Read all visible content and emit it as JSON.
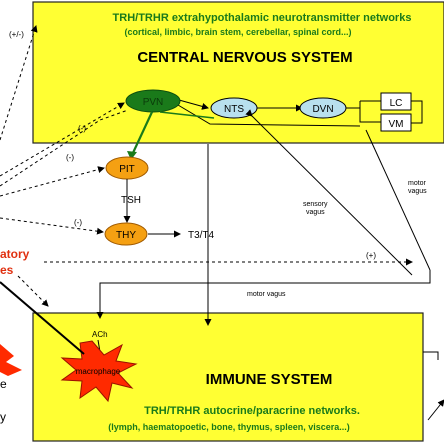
{
  "cns": {
    "header_line1": "TRH/TRHR extrahypothalamic neurotransmitter networks",
    "header_line2": "(cortical, limbic, brain stem, cerebellar, spinal cord...)",
    "title": "CENTRAL NERVOUS SYSTEM"
  },
  "immune": {
    "title": "IMMUNE SYSTEM",
    "subtitle": "TRH/TRHR autocrine/paracrine networks.",
    "subtitle2": "(lymph, haematopoetic, bone, thymus, spleen, viscera...)"
  },
  "nodes": {
    "pvn": "PVN",
    "nts": "NTS",
    "dvn": "DVN",
    "lc": "LC",
    "vm": "VM",
    "pit": "PIT",
    "thy": "THY",
    "macrophage": "macrophage"
  },
  "labels": {
    "tsh": "TSH",
    "t3t4": "T3/T4",
    "sensory_vagus_1": "sensory",
    "sensory_vagus_2": "vagus",
    "motor_vagus_right_1": "motor",
    "motor_vagus_right_2": "vagus",
    "motor_vagus_bottom": "motor vagus",
    "ach": "ACh",
    "pm_top": "(+/-)",
    "minus_1": "(-)",
    "minus_2": "(-)",
    "minus_3": "(-)",
    "plus_1": "(+)",
    "left_red_1": "atory",
    "left_red_2": "es",
    "left_e": "e",
    "left_y": "y"
  },
  "colors": {
    "box_fill": "#ffff33",
    "pvn_fill": "#1a7a1a",
    "ellipse_fill": "#b8e0ee",
    "orange_fill": "#f5a012",
    "red": "#ff2a00",
    "header_text": "#1a7a1a",
    "left_red_text": "#e03010"
  }
}
